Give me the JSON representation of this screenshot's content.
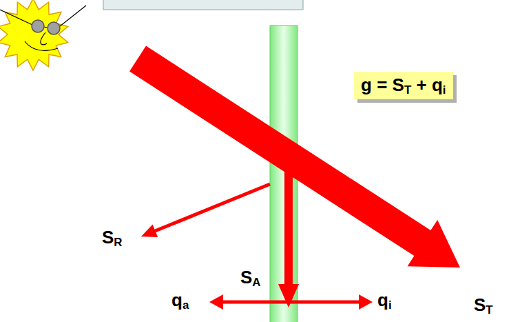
{
  "diagram": {
    "nodes": [
      {
        "text": [
          "g = ST + qi"
        ]
      }
    ],
    "labels": [
      "SR",
      "SA",
      "ST",
      "qa",
      "qi"
    ]
  }
}
